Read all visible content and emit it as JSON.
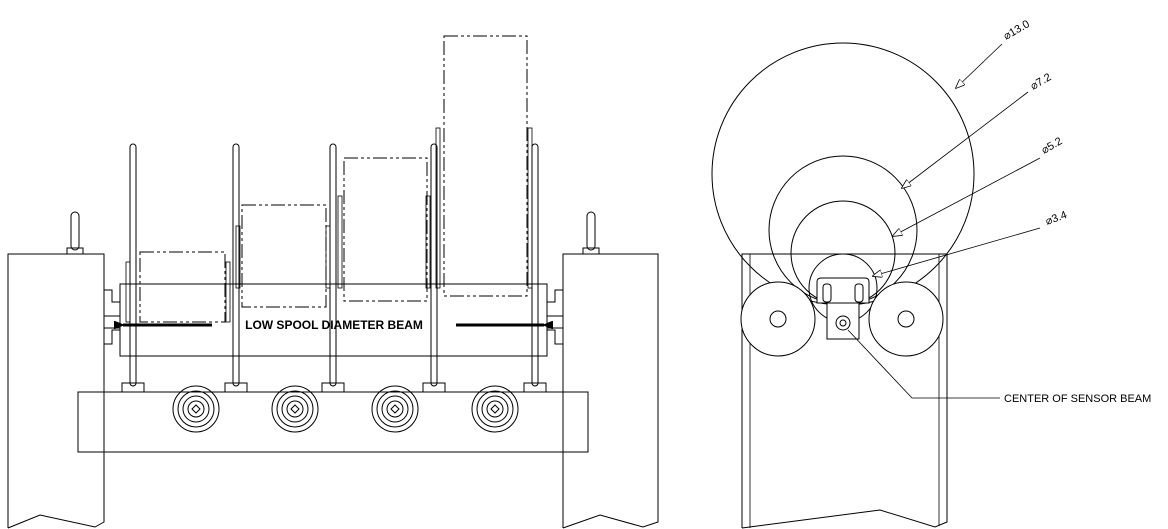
{
  "front_view": {
    "beam_label": "LOW SPOOL DIAMETER BEAM"
  },
  "side_view": {
    "diameters": [
      "⌀13.0",
      "⌀7.2",
      "⌀5.2",
      "⌀3.4"
    ],
    "sensor_callout": "CENTER OF SENSOR BEAM"
  }
}
